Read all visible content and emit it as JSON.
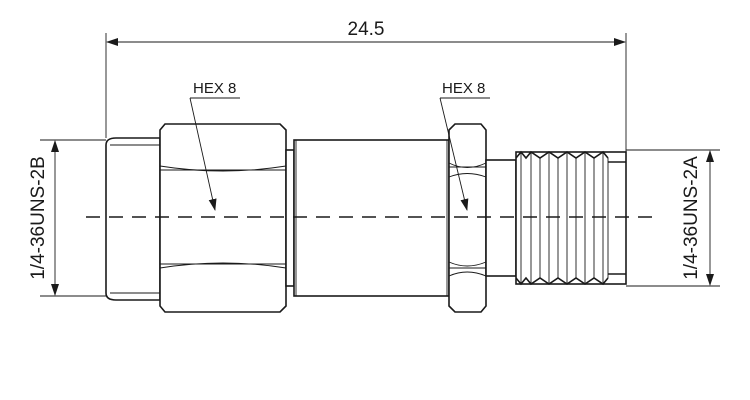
{
  "drawing": {
    "overall_length": "24.5",
    "left_hex_label": "HEX 8",
    "right_hex_label": "HEX 8",
    "left_thread": "1/4-36UNS-2B",
    "right_thread": "1/4-36UNS-2A"
  }
}
